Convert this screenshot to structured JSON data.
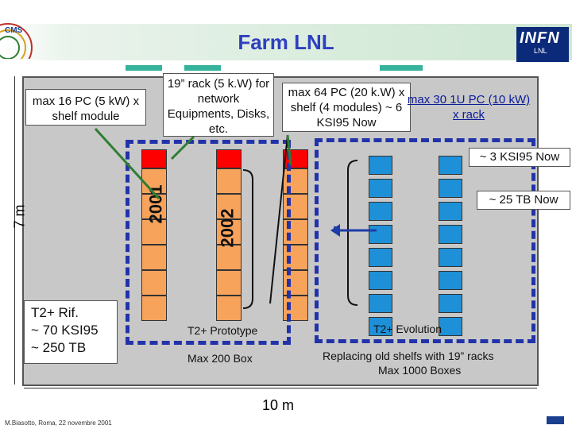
{
  "header": {
    "cms_logo_text": "CMS",
    "title": "Farm LNL",
    "infn_logo": {
      "big": "INFN",
      "small": "LNL"
    }
  },
  "annotations": {
    "shelf_module": "max 16 PC (5 kW) x shelf module",
    "rack19": "19” rack (5 k.W) for network Equipments, Disks, etc.",
    "max64": "max 64 PC (20 k.W) x shelf (4 modules) ~ 6 KSI95 Now",
    "max30": "max 30 1U PC (10 kW) x rack",
    "ksi_now": "~ 3 KSI95 Now",
    "tb_now": "~ 25 TB Now",
    "t2rif": [
      "T2+ Rif.",
      "~ 70 KSI95",
      "~ 250 TB"
    ],
    "prototype": "T2+ Prototype",
    "max200": "Max 200 Box",
    "evolution": "T2+ Evolution",
    "replacing": "Replacing old shelfs with 19” racks",
    "max1000": "Max 1000 Boxes"
  },
  "years": [
    "2001",
    "2002"
  ],
  "dimensions": {
    "height": "7 m",
    "width": "10 m"
  },
  "footer": "M.Biasotto, Roma, 22 novembre 2001",
  "colors": {
    "rack_orange": "#f7a35c",
    "rack_red": "#ff0000",
    "rack_blue": "#1e90d8",
    "dashed_blue": "#2233aa",
    "room_gray": "#c8c8c8",
    "title_blue": "#2e3fbf",
    "accent_green": "#35b39c"
  }
}
